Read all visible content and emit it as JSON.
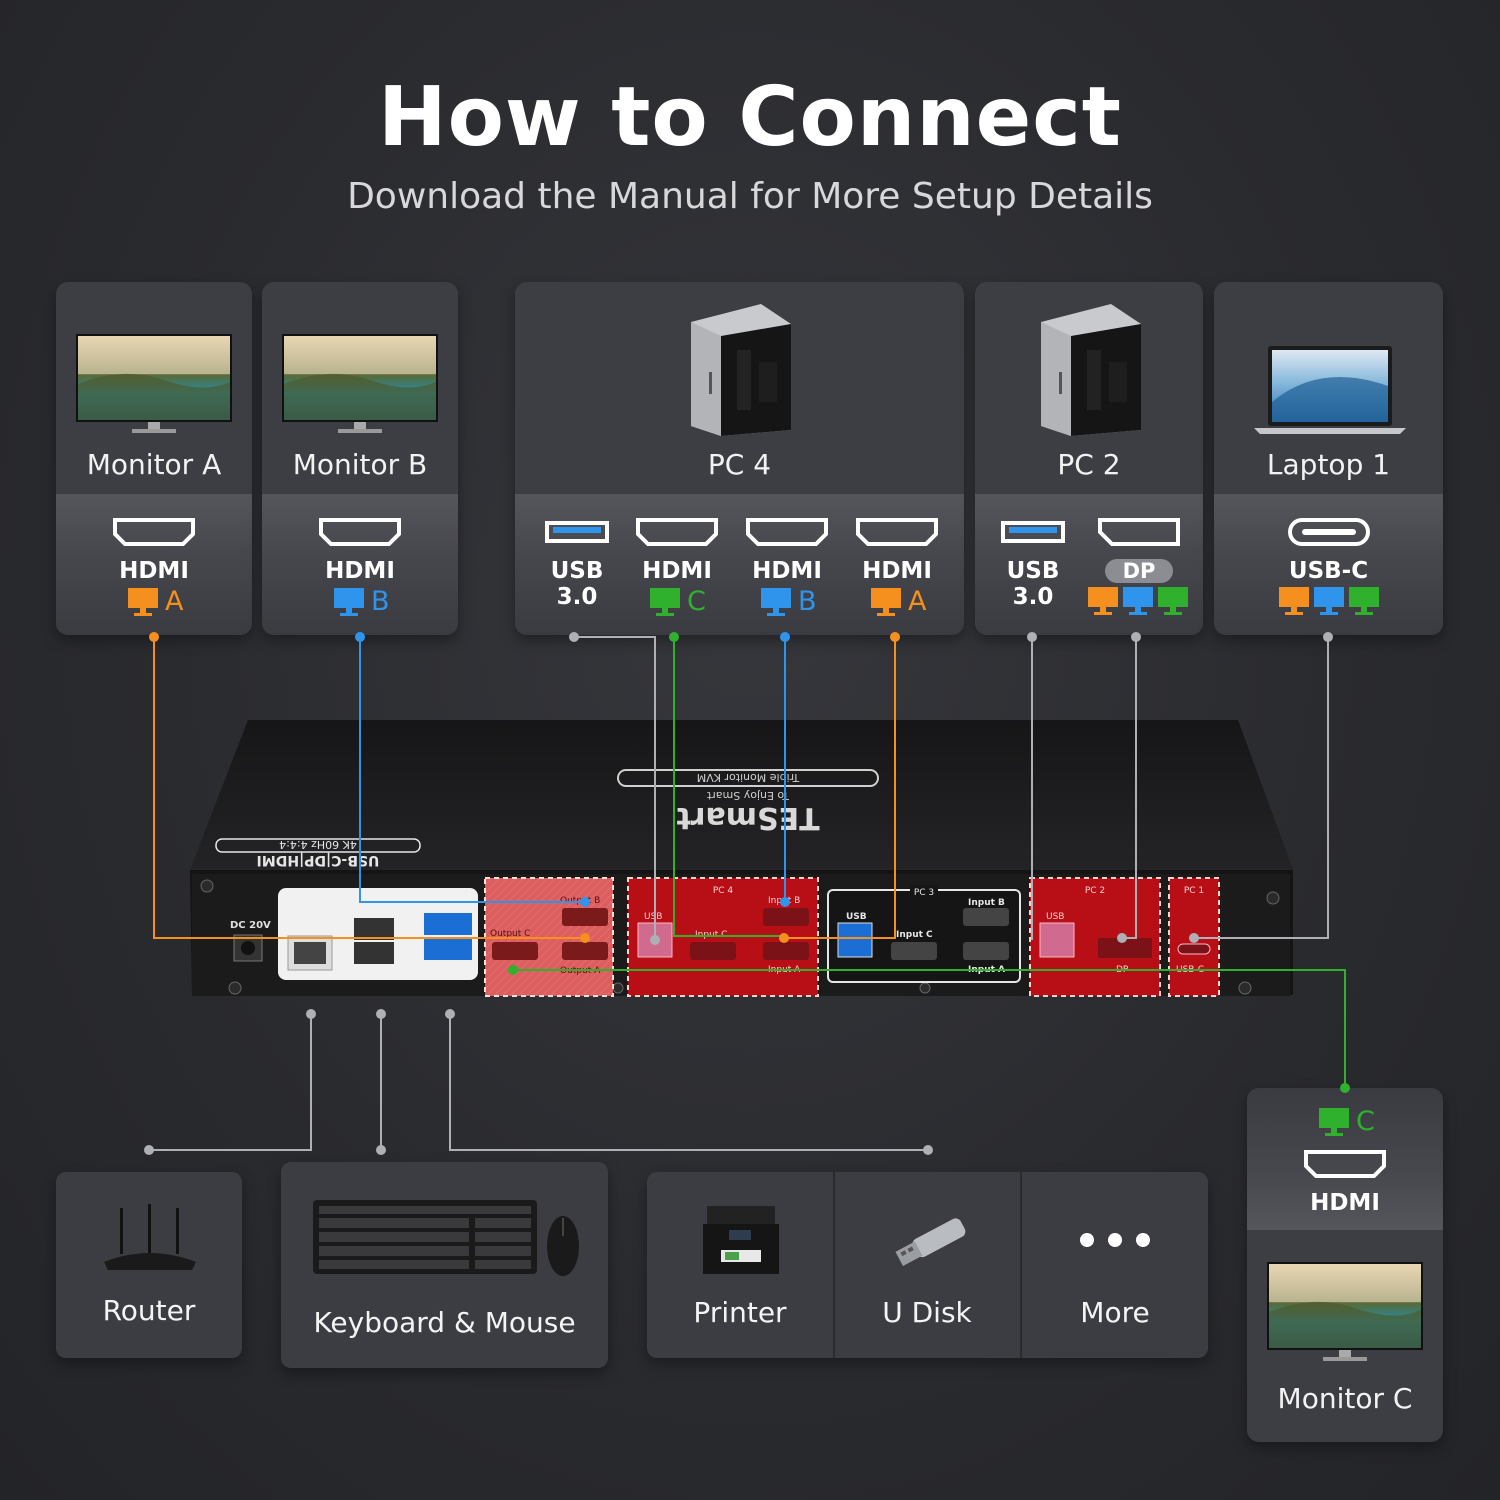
{
  "header": {
    "title": "How to Connect",
    "subtitle": "Download the Manual for More Setup Details"
  },
  "colors": {
    "orange": "#f5901e",
    "blue": "#2f95ec",
    "green": "#2fb12e",
    "gray": "#aeb0b5"
  },
  "cards": {
    "monitor_a": {
      "name": "Monitor A",
      "port": "HDMI",
      "tag": "A",
      "tag_color": "orange"
    },
    "monitor_b": {
      "name": "Monitor B",
      "port": "HDMI",
      "tag": "B",
      "tag_color": "blue"
    },
    "pc4": {
      "name": "PC 4",
      "ports": [
        {
          "label": "USB 3.0",
          "icon": "usb-icon"
        },
        {
          "label": "HDMI",
          "icon": "hdmi-icon",
          "tag": "C",
          "tag_color": "green"
        },
        {
          "label": "HDMI",
          "icon": "hdmi-icon",
          "tag": "B",
          "tag_color": "blue"
        },
        {
          "label": "HDMI",
          "icon": "hdmi-icon",
          "tag": "A",
          "tag_color": "orange"
        }
      ]
    },
    "pc2": {
      "name": "PC 2",
      "ports": [
        {
          "label": "USB 3.0",
          "icon": "usb-icon"
        },
        {
          "label": "DP",
          "icon": "displayport-icon"
        }
      ]
    },
    "laptop1": {
      "name": "Laptop 1",
      "port": "USB-C"
    },
    "monitor_c": {
      "name": "Monitor C",
      "port": "HDMI",
      "tag": "C",
      "tag_color": "green"
    }
  },
  "kvm": {
    "brand": "TESmart",
    "tagline": "To Enjoy Smart",
    "model": "Triple Monitor KVM",
    "spec": "USB-C|DP|HDMI",
    "resolution": "4K 60Hz 4:4:4",
    "power": "DC 20V",
    "sections": {
      "pc4": "PC 4",
      "pc3": "PC 3",
      "pc2": "PC 2",
      "pc1": "PC 1"
    },
    "port_labels": {
      "output_b": "Output B",
      "output_c": "Output C",
      "output_a": "Output A",
      "usb": "USB",
      "input_b": "Input B",
      "input_c": "Input C",
      "input_a": "Input A",
      "dp": "DP",
      "usb_c": "USB-C"
    }
  },
  "devices": {
    "router": "Router",
    "keyboard_mouse": "Keyboard & Mouse",
    "printer": "Printer",
    "u_disk": "U Disk",
    "more": "More"
  }
}
